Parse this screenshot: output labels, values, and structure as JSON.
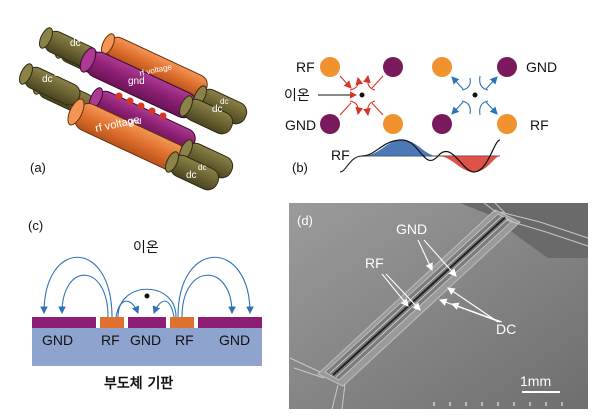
{
  "panel_a": {
    "label": "(a)",
    "rods": {
      "dc": "dc",
      "rf_voltage": "rf voltage",
      "gnd": "gnd"
    },
    "colors": {
      "dc": "#6b6332",
      "rf": "#e0702e",
      "gnd": "#8c1f73",
      "ions": "#d8342a"
    }
  },
  "panel_b": {
    "label": "(b)",
    "left": {
      "rf": "RF",
      "gnd": "GND",
      "ion": "이온"
    },
    "right": {
      "gnd": "GND",
      "rf": "RF"
    },
    "waveform_label": "RF",
    "colors": {
      "rf_electrode": "#f0922e",
      "gnd_electrode": "#7a1a5c",
      "field_red": "#d8342a",
      "field_blue": "#2f73b8",
      "wave_red": "#d8342a",
      "wave_blue": "#2f5fa8"
    }
  },
  "panel_c": {
    "label": "(c)",
    "ion": "이온",
    "electrodes": [
      "GND",
      "RF",
      "GND",
      "RF",
      "GND"
    ],
    "substrate": "부도체 기판",
    "colors": {
      "gnd": "#8c1f73",
      "rf": "#e0702e",
      "substrate": "#8fa3cf",
      "field": "#2f73b8"
    }
  },
  "panel_d": {
    "label": "(d)",
    "gnd": "GND",
    "rf": "RF",
    "dc": "DC",
    "scale_bar": "1mm"
  }
}
